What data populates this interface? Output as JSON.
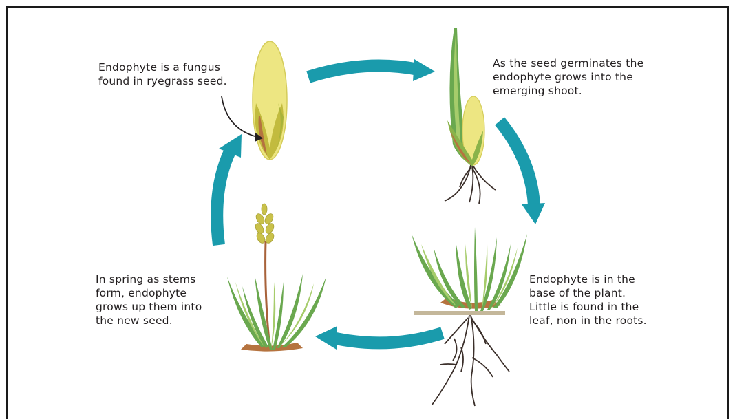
{
  "captions": {
    "seed": [
      "Endophyte is a fungus",
      "found in ryegrass seed."
    ],
    "germination": [
      "As the seed germinates the",
      "endophyte grows into the",
      "emerging shoot."
    ],
    "base": [
      "Endophyte is in the",
      "base of the plant.",
      "Little is found in the",
      "leaf, non in the roots."
    ],
    "spring": [
      "In spring as stems",
      "form, endophyte",
      "grows up them into",
      "the new seed."
    ]
  },
  "colors": {
    "arrow": "#1a9bac",
    "seed": "#ede682",
    "seed_outline": "#c9c14a",
    "leaf": "#6aa84f",
    "leaf_light": "#a6cc6b",
    "endophyte": "#b5733f",
    "root": "#3b2f2a",
    "ground": "#c4b79a"
  }
}
